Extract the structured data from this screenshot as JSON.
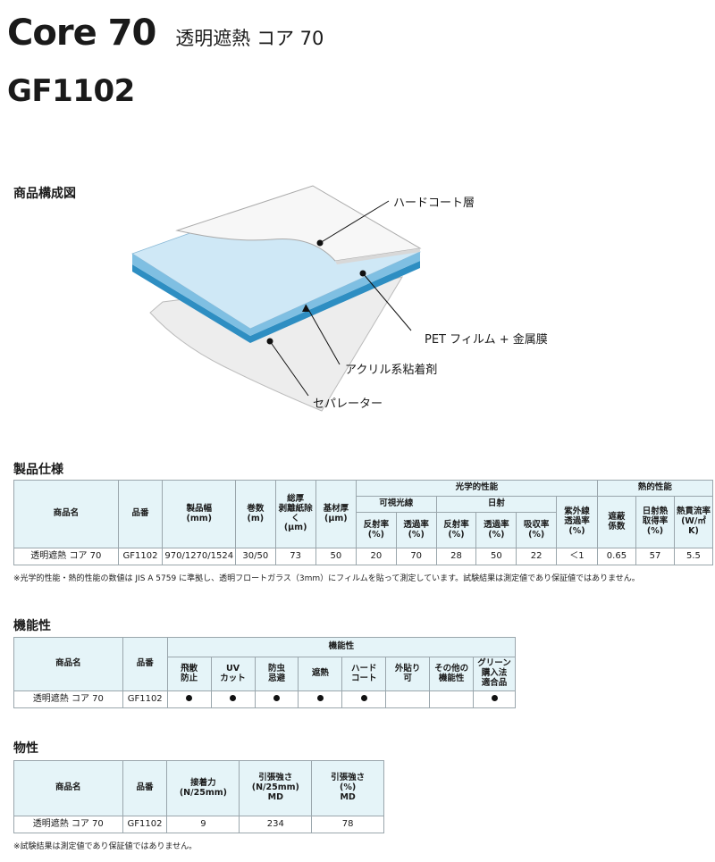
{
  "header": {
    "title": "Core 70",
    "subtitle": "透明遮熱 コア 70",
    "code": "GF1102"
  },
  "diagram": {
    "heading": "商品構成図",
    "labels": {
      "hardcoat": "ハードコート層",
      "pet": "PET フィルム + 金属膜",
      "acrylic": "アクリル系粘着剤",
      "separator": "セパレーター"
    }
  },
  "spec": {
    "heading": "製品仕様",
    "h": {
      "name": "商品名",
      "code": "品番",
      "width": "製品幅\n(mm)",
      "roll": "巻数\n(m)",
      "total": "総厚\n剥離紙除く\n(μm)",
      "base": "基材厚\n(μm)",
      "optical": "光学的性能",
      "visible": "可視光線",
      "solar": "日射",
      "refl": "反射率\n(%)",
      "trans": "透過率\n(%)",
      "absorb": "吸収率\n(%)",
      "uv": "紫外線\n透過率\n(%)",
      "thermal": "熱的性能",
      "shade": "遮蔽\n係数",
      "gain": "日射熱\n取得率\n(%)",
      "u": "熱貫流率\n(W/㎡K)"
    },
    "row": {
      "name": "透明遮熱 コア 70",
      "code": "GF1102",
      "width": "970/1270/1524",
      "roll": "30/50",
      "total": "73",
      "base": "50",
      "vis_refl": "20",
      "vis_trans": "70",
      "sol_refl": "28",
      "sol_trans": "50",
      "sol_abs": "22",
      "uv": "＜1",
      "shade": "0.65",
      "gain": "57",
      "u": "5.5"
    },
    "note": "※光学的性能・熱的性能の数値は JIS A 5759 に準拠し、透明フロートガラス（3mm）にフィルムを貼って測定しています。試験結果は測定値であり保証値ではありません。"
  },
  "func": {
    "heading": "機能性",
    "h": {
      "name": "商品名",
      "code": "品番",
      "group": "機能性",
      "c1": "飛散\n防止",
      "c2": "UV\nカット",
      "c3": "防虫\n忌避",
      "c4": "遮熱",
      "c5": "ハード\nコート",
      "c6": "外貼り\n可",
      "c7": "その他の\n機能性",
      "c8": "グリーン\n購入法\n適合品"
    },
    "row": {
      "name": "透明遮熱 コア 70",
      "code": "GF1102"
    },
    "marks": [
      true,
      true,
      true,
      true,
      true,
      false,
      false,
      true
    ]
  },
  "phys": {
    "heading": "物性",
    "h": {
      "name": "商品名",
      "code": "品番",
      "adh": "接着力\n(N/25mm)",
      "tensile": "引張強さ\n(N/25mm)\nMD",
      "elong": "引張強さ\n(%)\nMD"
    },
    "row": {
      "name": "透明遮熱 コア 70",
      "code": "GF1102",
      "adh": "9",
      "tensile": "234",
      "elong": "78"
    },
    "note": "※試験結果は測定値であり保証値ではありません。"
  },
  "colors": {
    "header_bg": "#e5f4f8",
    "border": "#9aa6ac",
    "film_blue": "#2e8ec2",
    "film_light": "#cfe8f6"
  }
}
